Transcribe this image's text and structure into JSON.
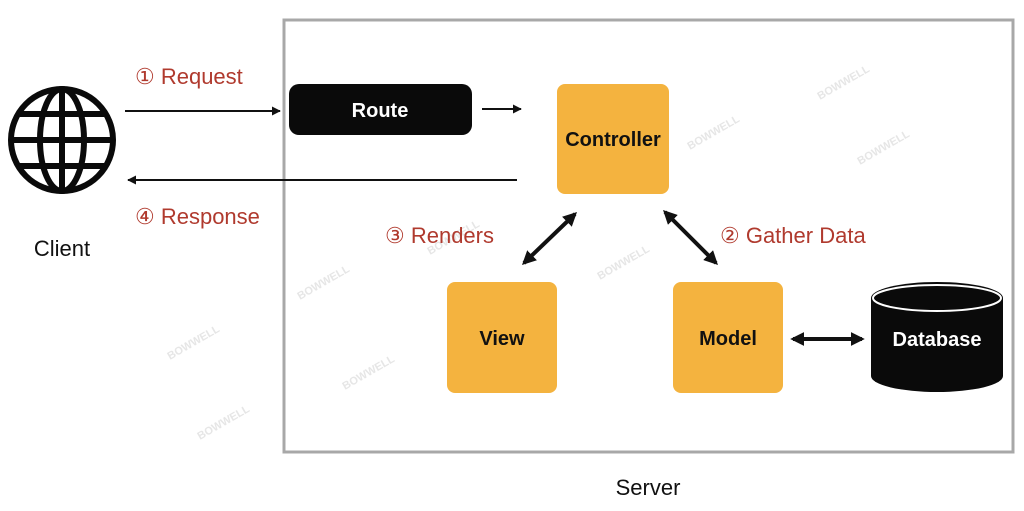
{
  "colors": {
    "step_text": "#b03a2e",
    "node_fill": "#f4b33f",
    "dark_fill": "#0a0a0a",
    "server_border": "#a8a8a8",
    "arrow": "#111111"
  },
  "icons": {
    "client": "globe-icon",
    "database": "database-cylinder-icon"
  },
  "client": {
    "label": "Client"
  },
  "server": {
    "label": "Server"
  },
  "nodes": {
    "route": "Route",
    "controller": "Controller",
    "view": "View",
    "model": "Model",
    "database": "Database"
  },
  "steps": {
    "request": "① Request",
    "gather": "② Gather Data",
    "renders": "③ Renders",
    "response": "④ Response"
  },
  "watermark": "BOWWELL"
}
